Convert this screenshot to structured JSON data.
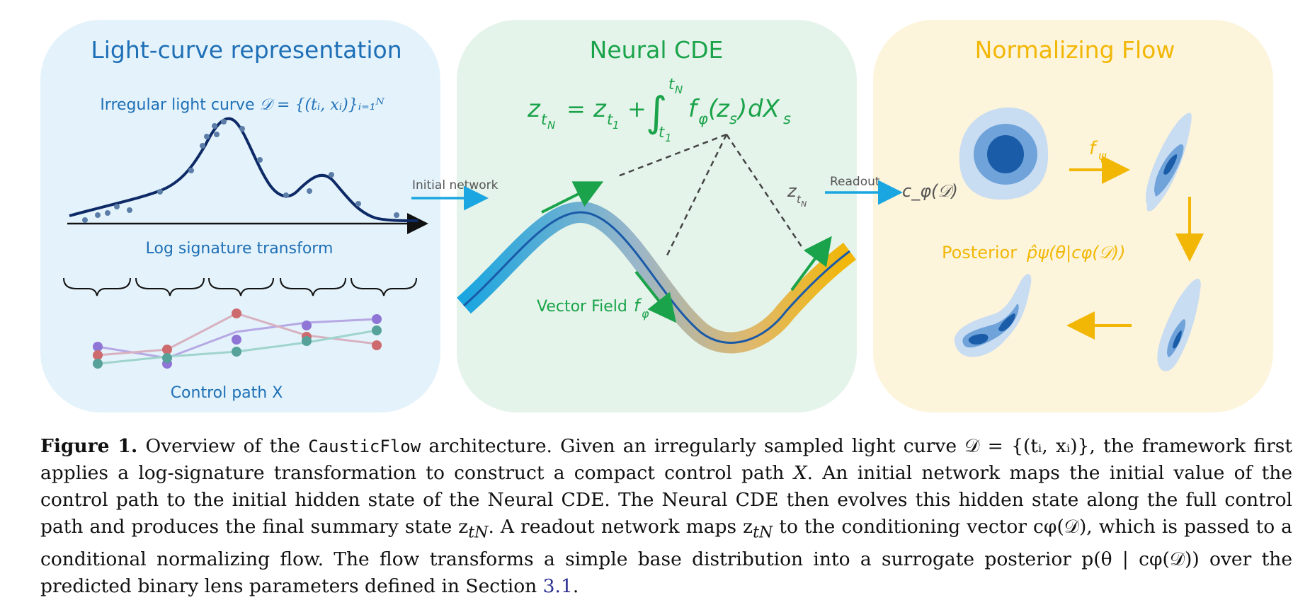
{
  "panels": {
    "light_curve": {
      "title": "Light-curve representation",
      "subtitle_prefix": "Irregular light curve ",
      "subtitle_math": "𝒟 = {(tᵢ, xᵢ)}ᵢ₌₁ᴺ",
      "log_sig_label": "Log signature transform",
      "control_path_label": "Control path X",
      "color": "#1e6fb6",
      "bg": "#e4f3fb"
    },
    "neural_cde": {
      "title": "Neural CDE",
      "equation": "z_tN = z_t1 + ∫ f_φ(z_s) dX_s",
      "vector_field_label": "Vector Field",
      "vector_field_symbol": "f_φ",
      "color": "#1aa34a",
      "bg": "#e5f4ea"
    },
    "normalizing_flow": {
      "title": "Normalizing Flow",
      "f_psi_label": "f_ψ",
      "posterior_label": "Posterior",
      "posterior_math": "p̂ψ(θ|cφ(𝒟))",
      "color": "#f2b705",
      "bg": "#fdf4dc"
    }
  },
  "arrows": {
    "initial_network": "Initial network",
    "readout": "Readout",
    "z_tN": "z_tN",
    "c_phi": "c_φ(𝒟)"
  },
  "caption": {
    "label": "Figure 1.",
    "part1": " Overview of the ",
    "method": "CausticFlow",
    "part2": " architecture. Given an irregularly sampled light curve 𝒟 = {(tᵢ, xᵢ)}, the framework first applies a log-signature transformation to construct a compact control path ",
    "X": "X",
    "part3": ". An initial network maps the initial value of the control path to the initial hidden state of the Neural CDE. The Neural CDE then evolves this hidden state along the full control path and produces the final summary state z",
    "part3_sub": "tN",
    "part4": ". A readout network maps z",
    "part4_sub": "tN",
    "part5": " to the conditioning vector cφ(𝒟), which is passed to a conditional normalizing flow. The flow transforms a simple base distribution into a surrogate posterior p(θ | cφ(𝒟)) over the predicted binary lens parameters defined in Section ",
    "section_ref": "3.1",
    "part6": "."
  }
}
